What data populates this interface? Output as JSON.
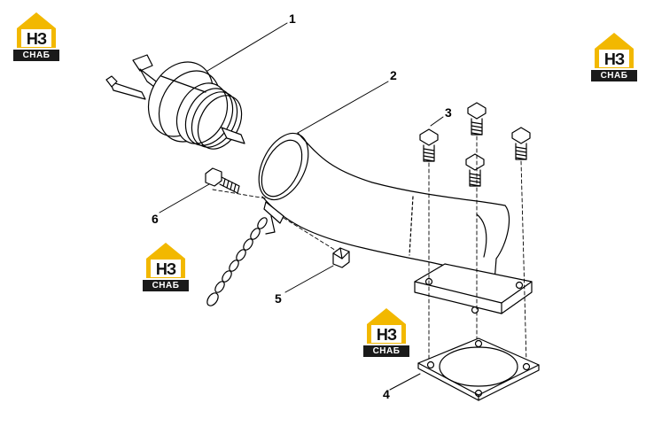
{
  "colors": {
    "line": "#000000",
    "background": "#ffffff",
    "logo_yellow": "#f2b800",
    "logo_dark": "#1a1a1a"
  },
  "callouts": {
    "c1": "1",
    "c2": "2",
    "c3": "3",
    "c4": "4",
    "c5": "5",
    "c6": "6"
  },
  "logo": {
    "top_text": "НЗ",
    "bottom_text": "СНАБ"
  }
}
